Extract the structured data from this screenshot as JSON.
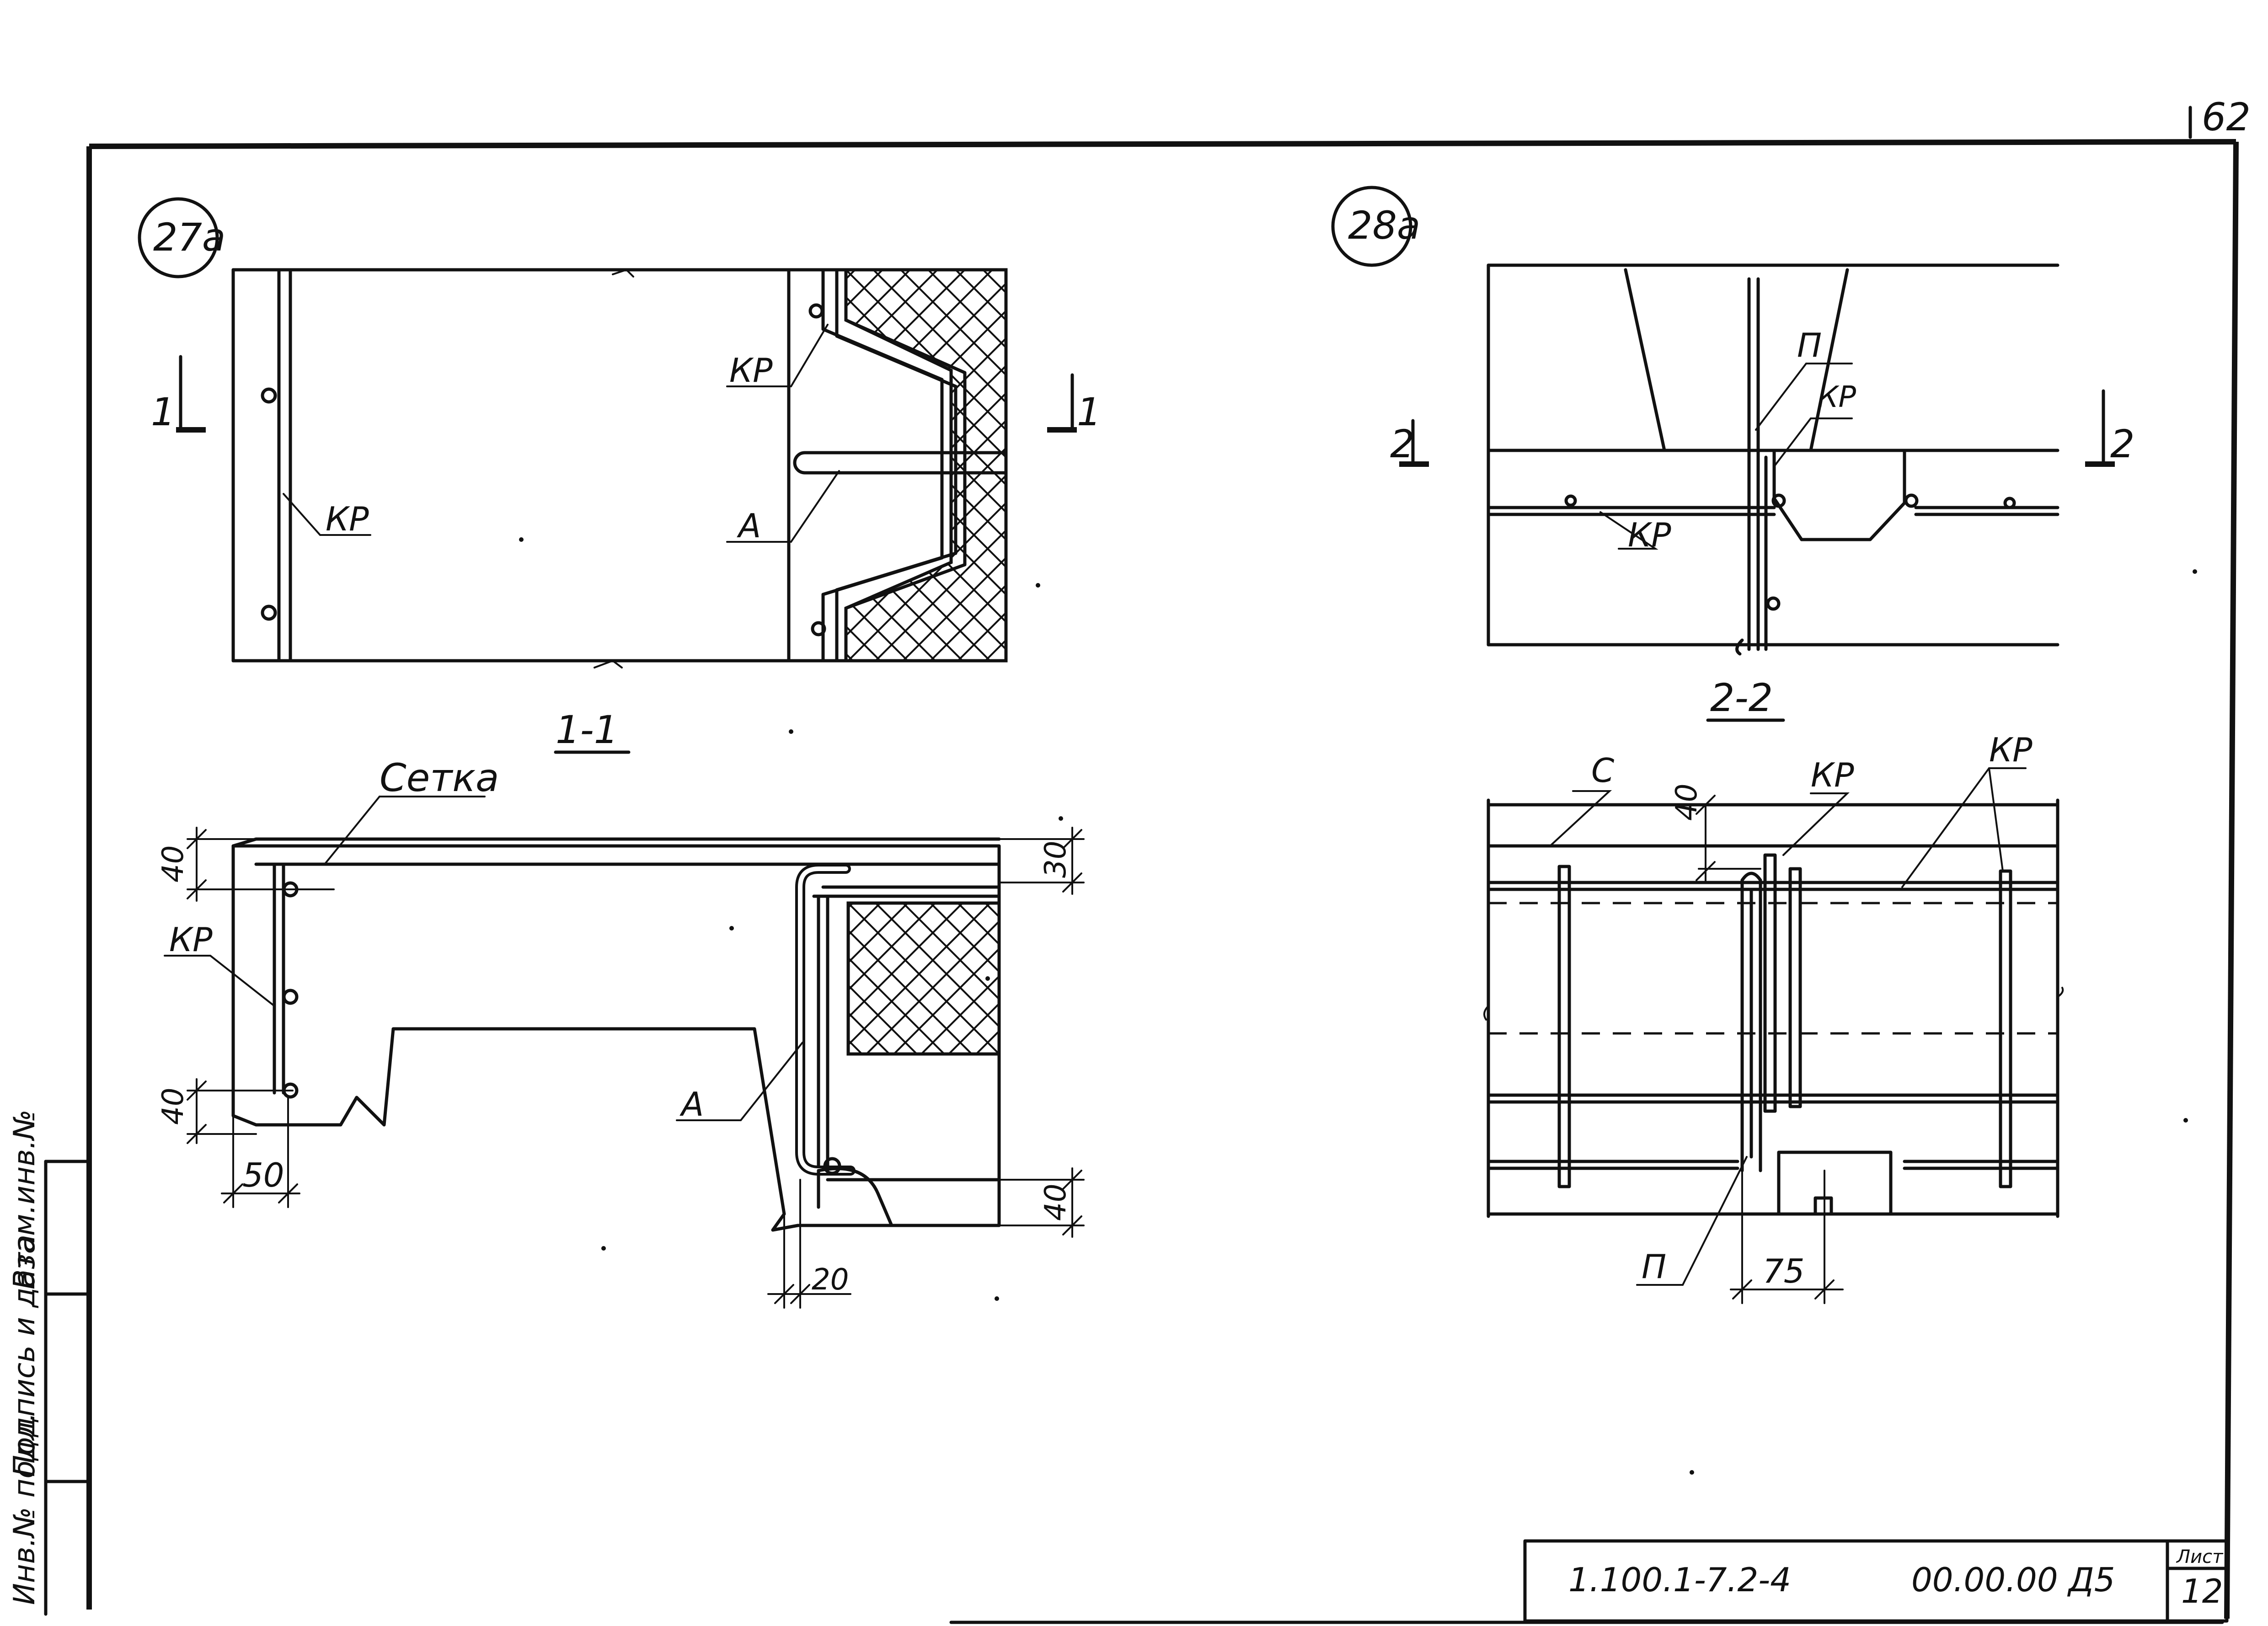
{
  "sheet": {
    "page_number": "62",
    "doc_code": "1.100.1-7.2-4",
    "drawing_code": "00.00.00 Д5",
    "sheet_label": "Лист",
    "sheet_number": "12"
  },
  "side_stamp": {
    "inv_label": "Инв.№ подл.",
    "sign_label": "Подпись и дата",
    "replace_label": "Взам.инв.№"
  },
  "detail_27a": {
    "callout": "27a",
    "section_mark_left": "1",
    "section_mark_right": "1",
    "label_kr_top": "КР",
    "label_kr_left": "КР",
    "label_a": "А"
  },
  "section_1_1": {
    "title": "1-1",
    "label_setka": "Сетка",
    "label_kr": "КР",
    "label_a": "А",
    "dim_40_top": "40",
    "dim_40_bottom": "40",
    "dim_50": "50",
    "dim_30": "30",
    "dim_40_right": "40",
    "dim_20": "20"
  },
  "detail_28a": {
    "callout": "28a",
    "section_mark_left": "2",
    "section_mark_right": "2",
    "label_p": "П",
    "label_kr_upper": "КР",
    "label_kr_lower": "КР"
  },
  "section_2_2": {
    "title": "2-2",
    "label_c": "С",
    "label_kr_mid": "КР",
    "label_kr_right": "КР",
    "label_p": "П",
    "dim_40": "40",
    "dim_75": "75"
  }
}
